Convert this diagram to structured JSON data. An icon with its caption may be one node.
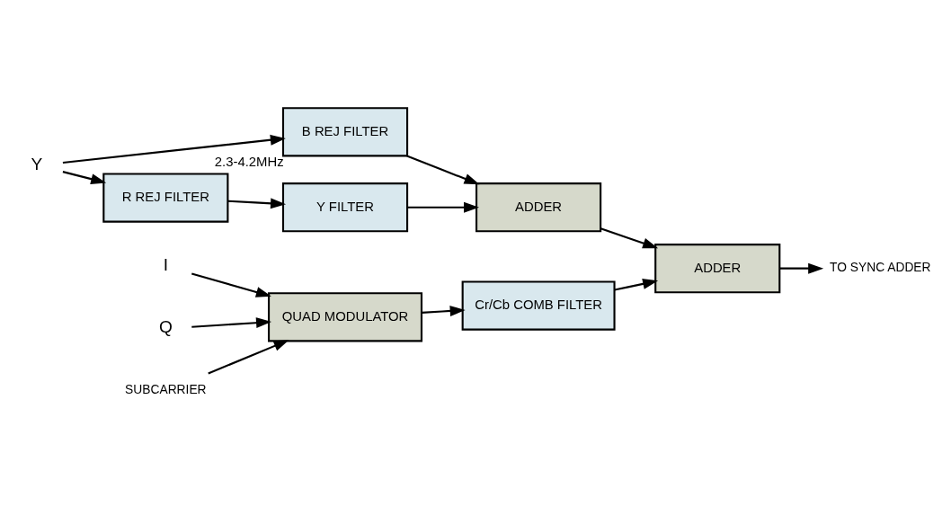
{
  "diagram": {
    "nodes": [
      {
        "text": [
          "Y"
        ]
      },
      {
        "text": [
          "B REJ FILTER"
        ],
        "beside": [
          "2.3-4.2MHz"
        ]
      },
      {
        "text": [
          "R REJ FILTER"
        ]
      },
      {
        "text": [
          "ADDER"
        ]
      },
      {
        "text": [
          "Y FILTER"
        ]
      },
      {
        "text": [
          "ADDER"
        ]
      },
      {
        "text": [
          "I"
        ]
      },
      {
        "text": [
          "Q"
        ]
      },
      {
        "text": [
          "SUBCARRIER"
        ]
      },
      {
        "text": [
          "QUAD MODULATOR"
        ]
      },
      {
        "text": [
          "Cr/Cb COMB FILTER"
        ]
      },
      {
        "text": [
          "TO SYNC ADDER"
        ]
      }
    ],
    "edges": [
      {
        "from": 0,
        "to": 1,
        "arrow": "to"
      },
      {
        "from": 0,
        "to": 2,
        "arrow": "to"
      },
      {
        "from": 1,
        "to": 3,
        "arrow": "to"
      },
      {
        "from": 2,
        "to": 4,
        "arrow": "to"
      },
      {
        "from": 4,
        "to": 3,
        "arrow": "to"
      },
      {
        "from": 3,
        "to": 5,
        "arrow": "to"
      },
      {
        "from": 6,
        "to": 9,
        "arrow": "to"
      },
      {
        "from": 7,
        "to": 9,
        "arrow": "to"
      },
      {
        "from": 8,
        "to": 9,
        "arrow": "to"
      },
      {
        "from": 9,
        "to": 10,
        "arrow": "to"
      },
      {
        "from": 10,
        "to": 5,
        "arrow": "to"
      },
      {
        "from": 5,
        "to": 11,
        "arrow": "to"
      }
    ]
  }
}
